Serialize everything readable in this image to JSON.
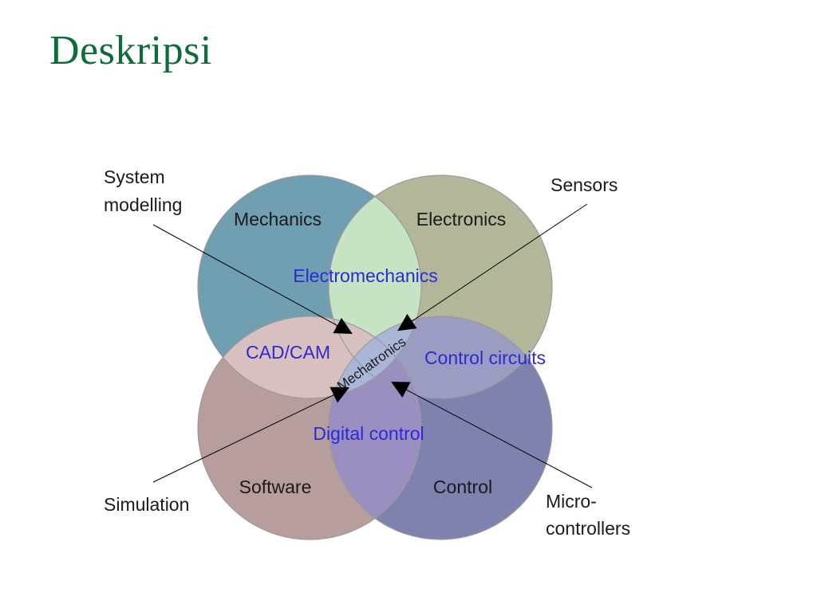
{
  "slide": {
    "title": "Deskripsi"
  },
  "colors": {
    "title": "#0e6b3a",
    "black_text": "#1a1a1a",
    "blue_text": "#2a2ad8",
    "circle_mechanics": "#6f9fb0",
    "circle_electronics": "#b4b69a",
    "circle_software": "#b89d9d",
    "circle_control": "#7e82ae",
    "overlap_electromechanics": "#c6e4c4",
    "overlap_cadcam": "#d8bfc0",
    "overlap_control_circuits": "#9a9cc2",
    "overlap_digital_control": "#9b8fc2",
    "center": "#aab6d8",
    "circle_stroke": "#9a9a9a"
  },
  "diagram": {
    "disciplines": {
      "mechanics": "Mechanics",
      "electronics": "Electronics",
      "software": "Software",
      "control": "Control"
    },
    "overlaps": {
      "electromechanics": "Electromechanics",
      "cad_cam": "CAD/CAM",
      "control_circuits": "Control circuits",
      "digital_control": "Digital control"
    },
    "center": "Mechatronics",
    "callouts": {
      "system_modelling": [
        "System",
        "modelling"
      ],
      "sensors": "Sensors",
      "simulation": "Simulation",
      "microcontrollers": [
        "Micro-",
        "controllers"
      ]
    }
  }
}
